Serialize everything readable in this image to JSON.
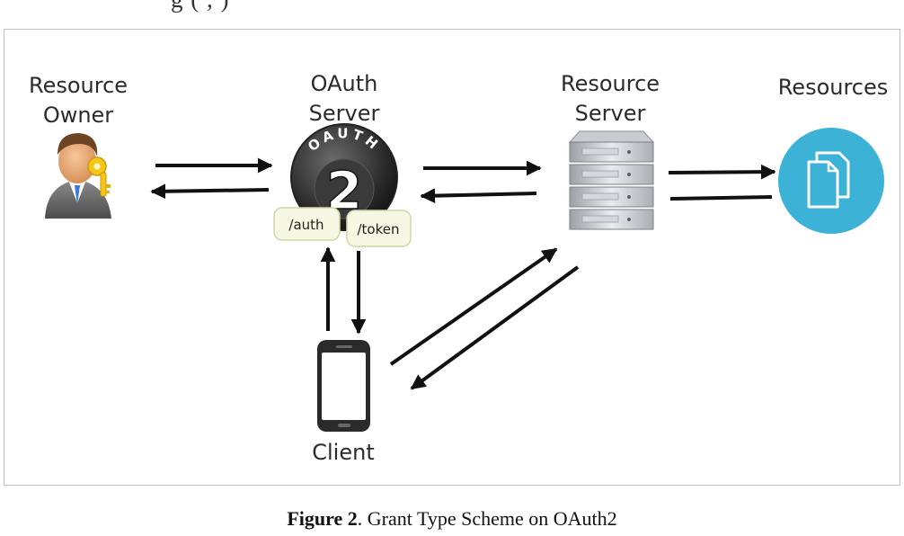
{
  "top_fragment": "g    (      ,     )",
  "nodes": {
    "resource_owner": {
      "line1": "Resource",
      "line2": "Owner"
    },
    "oauth_server": {
      "line1": "OAuth",
      "line2": "Server",
      "badge_text": "OAUTH",
      "badge_digit": "2"
    },
    "resource_server": {
      "line1": "Resource",
      "line2": "Server"
    },
    "resources": {
      "label": "Resources"
    },
    "client": {
      "label": "Client"
    }
  },
  "endpoints": {
    "auth": "/auth",
    "token": "/token"
  },
  "caption": {
    "prefix": "Figure 2",
    "rest": ". Grant Type Scheme on OAuth2"
  },
  "colors": {
    "resources_circle": "#3bb2d6",
    "arrow": "#111111",
    "frame": "#bfbfbf",
    "tag_fill": "#f6f8e4",
    "tag_border": "#cfd6a8"
  }
}
